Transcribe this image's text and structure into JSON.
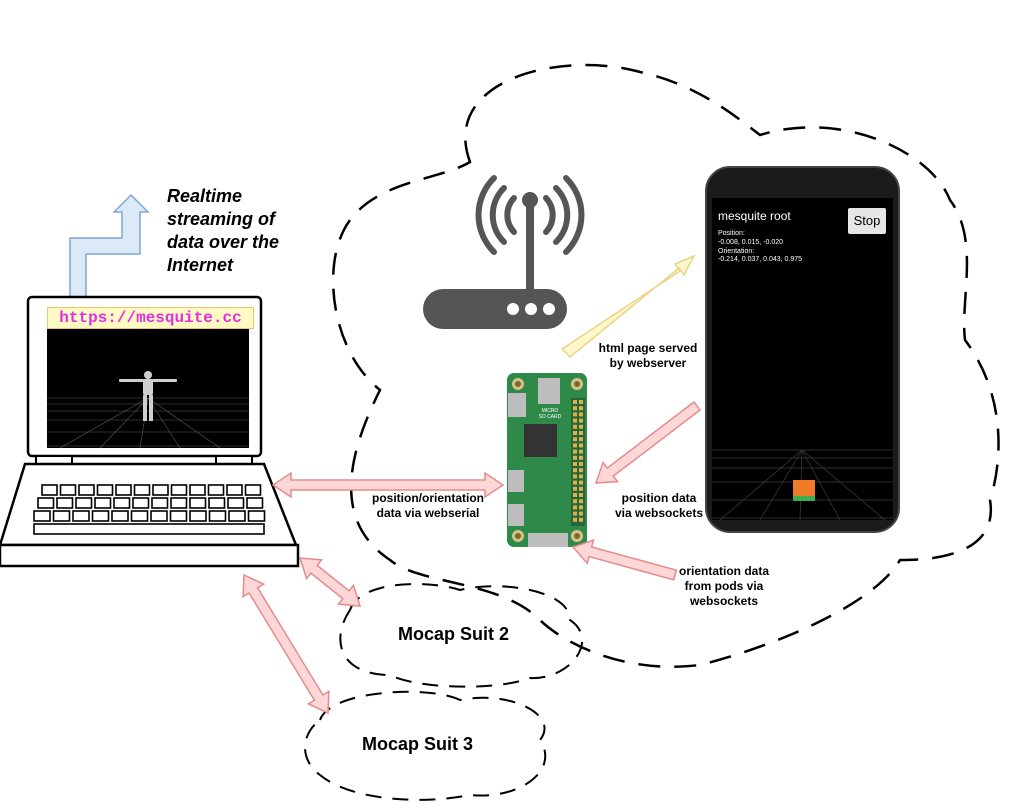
{
  "url": "https://mesquite.cc",
  "streaming_label": [
    "Realtime",
    "streaming of",
    "data over the",
    "Internet"
  ],
  "labels": {
    "html_page": [
      "html page served",
      "by webserver"
    ],
    "position_orientation": [
      "position/orientation",
      "data via webserial"
    ],
    "position_data": [
      "position data",
      "via websockets"
    ],
    "orientation_data": [
      "orientation data",
      "from pods via",
      "websockets"
    ]
  },
  "suits": [
    "Mocap Suit 2",
    "Mocap Suit 3"
  ],
  "phone": {
    "title": "mesquite root",
    "stop_label": "Stop",
    "position_label": "Position:",
    "position_value": "-0.008, 0.015, -0.020",
    "orientation_label": "Orientation:",
    "orientation_value": "-0.214, 0.037, 0.043, 0.975"
  },
  "pi_board_text": [
    "MICRO",
    "SD CARD"
  ],
  "colors": {
    "red_arrow_fill": "#fdd7d7",
    "red_arrow_stroke": "#e58b8b",
    "yellow_arrow_fill": "#fff6c9",
    "yellow_arrow_stroke": "#e9d48a",
    "blue_arrow_fill": "#dce9f7",
    "blue_arrow_stroke": "#7ea6d6",
    "router": "#555555",
    "pi_board": "#2f8a4a",
    "url_text": "#e030e0"
  }
}
